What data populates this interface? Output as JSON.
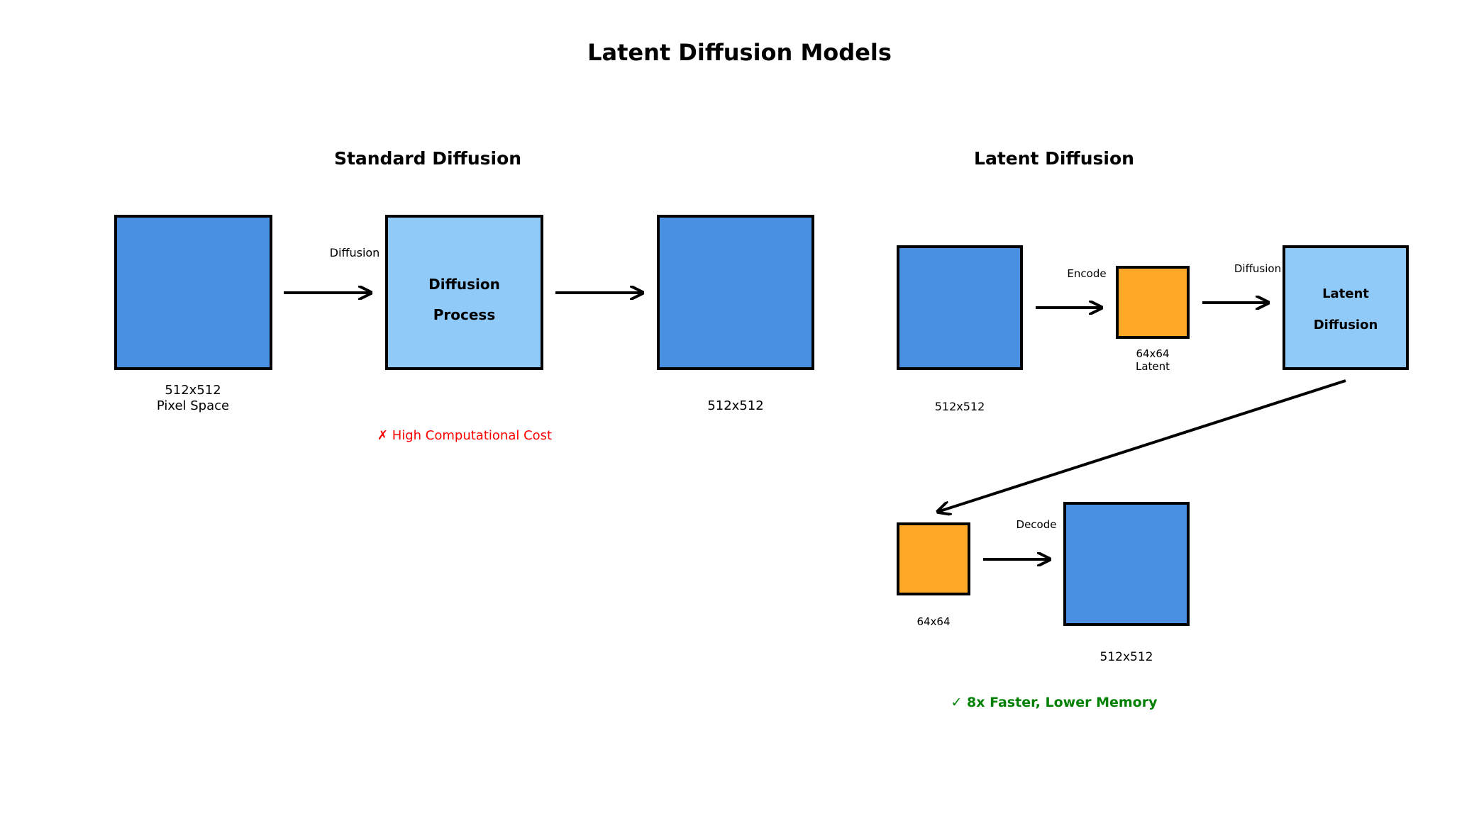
{
  "title": "Latent Diffusion Models",
  "standard": {
    "heading": "Standard Diffusion",
    "input_label": "512x512",
    "input_sublabel": "Pixel Space",
    "arrow1_label": "Diffusion",
    "process_line1": "Diffusion",
    "process_line2": "Process",
    "output_label": "512x512",
    "cost_note": "✗ High Computational Cost"
  },
  "latent": {
    "heading": "Latent Diffusion",
    "input_label": "512x512",
    "encode_label": "Encode",
    "latent_label": "64x64",
    "latent_sublabel": "Latent",
    "diffusion_label": "Diffusion",
    "process_line1": "Latent",
    "process_line2": "Diffusion",
    "small_latent_label": "64x64",
    "decode_label": "Decode",
    "output_label": "512x512",
    "benefit_note": "✓ 8x Faster, Lower Memory"
  },
  "colors": {
    "pixel_block": "#4a90e2",
    "process_block": "#90caf9",
    "latent_block": "#ffa726",
    "cost_text": "#ff0000",
    "benefit_text": "#008000"
  }
}
